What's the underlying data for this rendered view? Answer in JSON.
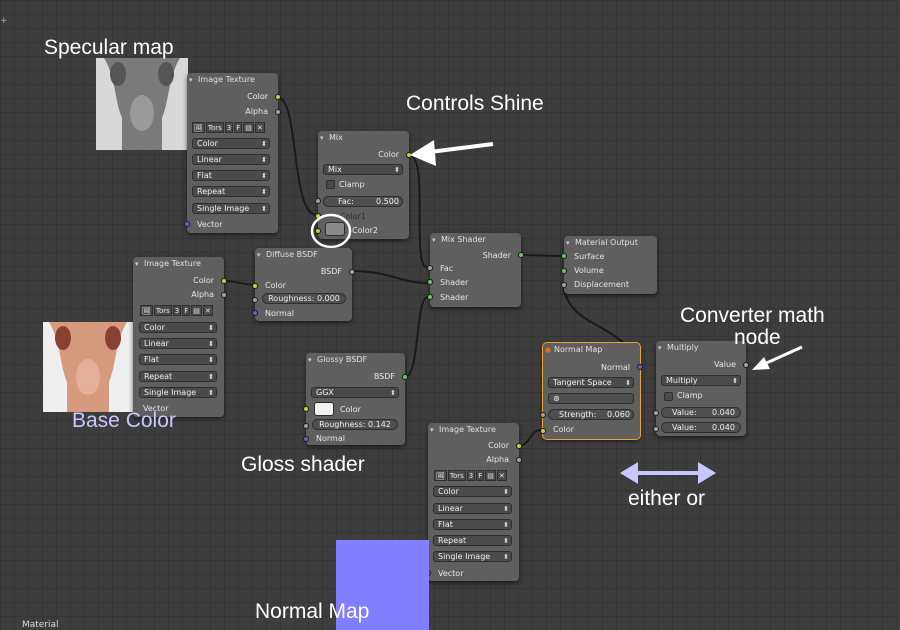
{
  "annotations": {
    "specular_map": "Specular map",
    "controls_shine": "Controls Shine",
    "converter_math": "Converter math",
    "node": "node",
    "base_color": "Base Color",
    "gloss_shader": "Gloss shader",
    "either_or": "either or",
    "normal_map": "Normal Map"
  },
  "image_texture": {
    "title": "Image Texture",
    "out_color": "Color",
    "out_alpha": "Alpha",
    "image_name": "Tors",
    "users": "3",
    "fake_user": "F",
    "color_mode": "Color",
    "interpolation": "Linear",
    "projection": "Flat",
    "extension": "Repeat",
    "source": "Single Image",
    "in_vector": "Vector"
  },
  "mix": {
    "title": "Mix",
    "out_color": "Color",
    "blend": "Mix",
    "clamp": "Clamp",
    "fac_label": "Fac:",
    "fac_value": "0.500",
    "color1": "Color1",
    "color2": "Color2"
  },
  "diffuse": {
    "title": "Diffuse BSDF",
    "out": "BSDF",
    "in_color": "Color",
    "roughness": "Roughness: 0.000",
    "normal": "Normal"
  },
  "glossy": {
    "title": "Glossy BSDF",
    "out": "BSDF",
    "distribution": "GGX",
    "in_color": "Color",
    "roughness": "Roughness: 0.142",
    "normal": "Normal"
  },
  "mix_shader": {
    "title": "Mix Shader",
    "out": "Shader",
    "fac": "Fac",
    "shader1": "Shader",
    "shader2": "Shader"
  },
  "material_output": {
    "title": "Material Output",
    "surface": "Surface",
    "volume": "Volume",
    "displacement": "Displacement"
  },
  "normal_map_node": {
    "title": "Normal Map",
    "out": "Normal",
    "space": "Tangent Space",
    "strength_label": "Strength:",
    "strength_value": "0.060",
    "in_color": "Color"
  },
  "multiply": {
    "title": "Multiply",
    "out": "Value",
    "operation": "Multiply",
    "clamp": "Clamp",
    "value1_label": "Value:",
    "value1": "0.040",
    "value2_label": "Value:",
    "value2": "0.040"
  },
  "footer": {
    "label": "Material"
  },
  "colors": {
    "node_bg": "#5f5f5f",
    "socket_color": "#c9c93b",
    "socket_shader": "#63c763",
    "socket_vector": "#6363c7",
    "socket_value": "#a1a1a1",
    "accent_blue": "#7f7fff",
    "base_color_text": "#c8c8ff"
  }
}
